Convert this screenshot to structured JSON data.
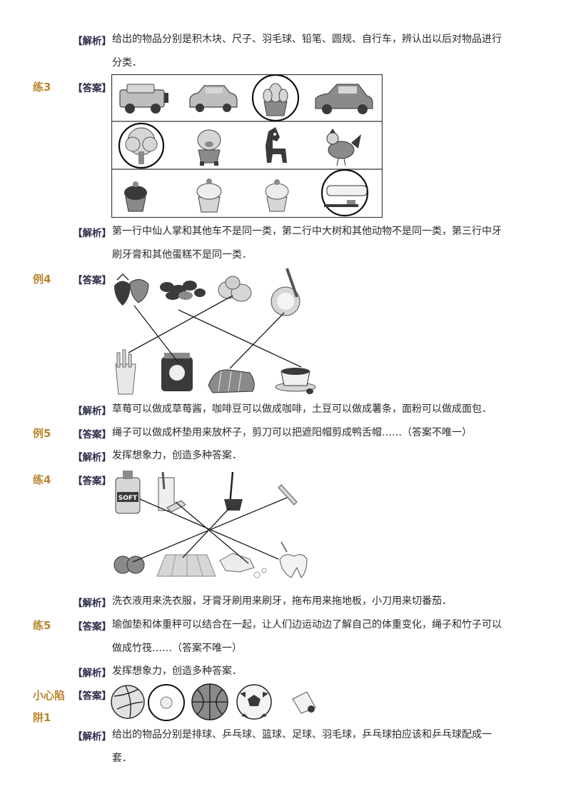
{
  "tags": {
    "analysis": "【解析】",
    "answer": "【答案】"
  },
  "sections": {
    "s0": {
      "analysis_line1": "给出的物品分别是积木块、尺子、羽毛球、铅笔、圆规、自行车，辨认出以后对物品进行",
      "analysis_line2": "分类．"
    },
    "lian3": {
      "label": "练3",
      "analysis_line1": "第一行中仙人掌和其他车不是同一类，第二行中大树和其他动物不是同一类，第三行中牙",
      "analysis_line2": "刷牙膏和其他蛋糕不是同一类．"
    },
    "li4": {
      "label": "例4",
      "analysis": "草莓可以做成草莓酱，咖啡豆可以做成咖啡，土豆可以做成薯条，面粉可以做成面包．"
    },
    "li5": {
      "label": "例5",
      "answer": "绳子可以做成杯垫用来放杯子，剪刀可以把遮阳帽剪成鸭舌帽……（答案不唯一）",
      "analysis": "发挥想象力，创造多种答案．"
    },
    "lian4": {
      "label": "练4",
      "analysis": "洗衣液用来洗衣服，牙膏牙刷用来刷牙，拖布用来拖地板，小刀用来切番茄．",
      "softener_text": "SOFT"
    },
    "lian5": {
      "label": "练5",
      "answer_line1": "瑜伽垫和体重秤可以结合在一起，让人们边运动边了解自己的体重变化，绳子和竹子可以",
      "answer_line2": "做成竹筏……（答案不唯一）",
      "analysis": "发挥想象力，创造多种答案．"
    },
    "trap1": {
      "label_line1": "小心陷",
      "label_line2": "阱1",
      "analysis_line1": "给出的物品分别是排球、乒乓球、篮球、足球、羽毛球，乒乓球拍应该和乒乓球配成一",
      "analysis_line2": "套．"
    }
  },
  "icons": {
    "grid_row1": [
      "jeep-icon",
      "car-icon",
      "cactus-icon",
      "hatchback-icon"
    ],
    "grid_row2": [
      "tree-icon",
      "pig-icon",
      "horse-icon",
      "rooster-icon"
    ],
    "grid_row3": [
      "cupcake-icon",
      "cupcake-icon",
      "cupcake-icon",
      "toothpaste-icon"
    ],
    "li4_top": [
      "strawberry-icon",
      "coffee-beans-icon",
      "potato-icon",
      "flour-icon"
    ],
    "li4_bottom": [
      "fries-icon",
      "jam-icon",
      "bread-icon",
      "coffee-cup-icon"
    ],
    "lian4_top": [
      "detergent-icon",
      "toothbrush-icon",
      "mop-icon",
      "knife-icon"
    ],
    "lian4_bottom": [
      "tomato-icon",
      "floor-icon",
      "clothes-icon",
      "tooth-icon"
    ],
    "trap1": [
      "volleyball-icon",
      "ping-pong-ball-icon",
      "basketball-icon",
      "soccer-ball-icon",
      "shuttlecock-icon"
    ]
  },
  "circled_items": [
    "cactus",
    "tree",
    "toothpaste",
    "ping-pong-ball"
  ]
}
